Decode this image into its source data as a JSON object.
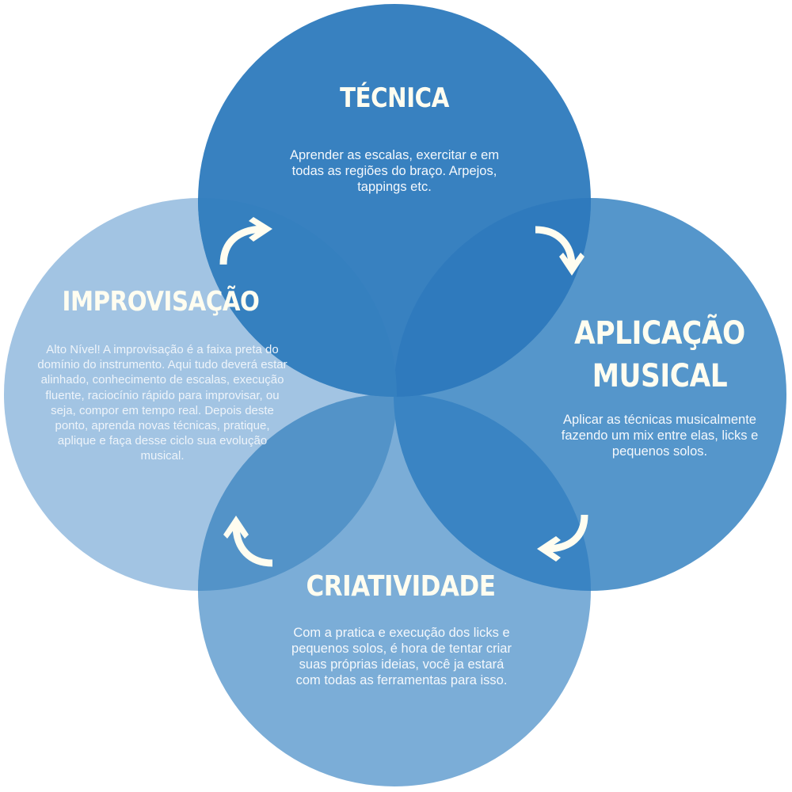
{
  "diagram": {
    "type": "four-circle-cycle",
    "colors": {
      "tecnica": "#3881c0",
      "aplicacao": "#5596cb",
      "criatividade": "#7badd7",
      "improvisacao": "#a2c4e3",
      "overlap_top_right": "#2f7abd",
      "overlap_right_bottom": "#3a84c3",
      "overlap_left_bottom": "#5393c8",
      "text": "#fffdf0",
      "arrow": "#fffdf0"
    },
    "circles": [
      {
        "id": "tecnica",
        "title": "TÉCNICA",
        "description": "Aprender as escalas, exercitar e em todas as regiões do braço. Arpejos, tappings etc."
      },
      {
        "id": "aplicacao",
        "title_line1": "APLICAÇÃO",
        "title_line2": "MUSICAL",
        "description": "Aplicar as técnicas musicalmente fazendo um mix entre elas, licks e pequenos solos."
      },
      {
        "id": "criatividade",
        "title": "CRIATIVIDADE",
        "description": "Com a pratica e execução dos licks e pequenos solos, é hora de tentar criar suas próprias ideias, você ja estará com todas as ferramentas para isso."
      },
      {
        "id": "improvisacao",
        "title": "IMPROVISAÇÃO",
        "description": "Alto Nível! A improvisação é a faixa preta do domínio do instrumento. Aqui tudo deverá estar alinhado, conhecimento de escalas, execução fluente, raciocínio rápido para improvisar, ou seja, compor em tempo real. Depois deste ponto, aprenda novas técnicas, pratique, aplique e faça desse ciclo sua evolução musical."
      }
    ],
    "arrows": [
      {
        "id": "improvisacao-to-tecnica",
        "icon": "curved-arrow-right-icon"
      },
      {
        "id": "tecnica-to-aplicacao",
        "icon": "curved-arrow-down-icon"
      },
      {
        "id": "aplicacao-to-criatividade",
        "icon": "curved-arrow-left-icon"
      },
      {
        "id": "criatividade-to-improvisacao",
        "icon": "curved-arrow-up-icon"
      }
    ]
  }
}
